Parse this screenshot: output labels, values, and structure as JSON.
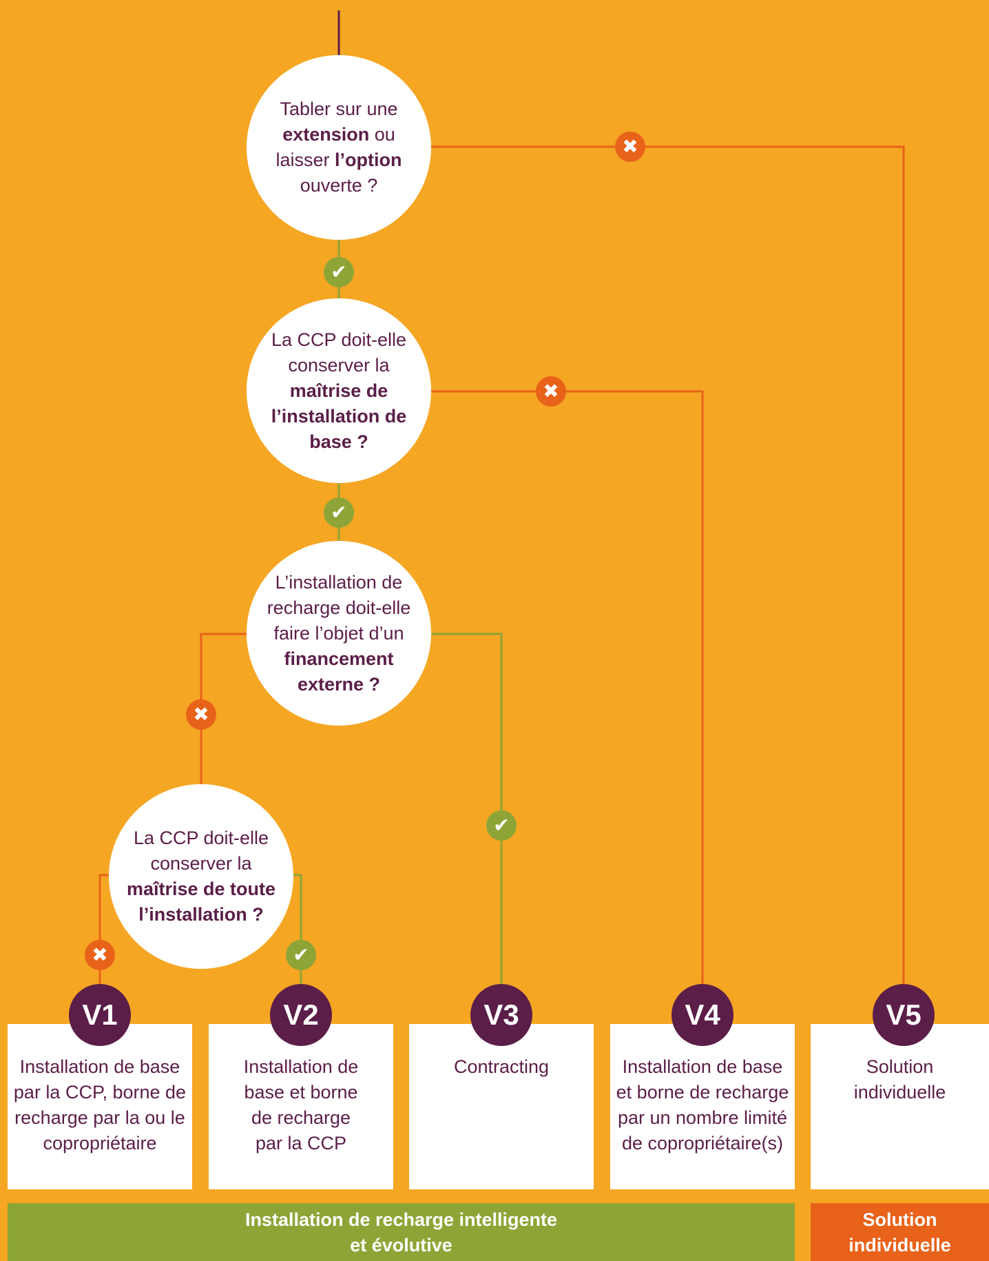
{
  "questions": {
    "q1": {
      "t1": "Tabler sur une",
      "b1": "extension",
      "t2": "ou",
      "t3": "laisser",
      "b2": "l’option",
      "t4": "ouverte ?"
    },
    "q2": {
      "t1": "La CCP doit-elle conserver la",
      "b1": "maîtrise de l’installation de base ?"
    },
    "q3": {
      "t1": "L’installation de recharge doit-elle faire l’objet d’un",
      "b1": "financement externe ?"
    },
    "q4": {
      "t1": "La CCP doit-elle conserver la",
      "b1": "maîtrise de toute l’installation ?"
    }
  },
  "badges": {
    "yes_icon": "check-icon",
    "no_icon": "cross-icon",
    "yes_glyph": "✔",
    "no_glyph": "✖"
  },
  "variants": [
    {
      "code": "V1",
      "text": "Installation de base par la CCP, borne de recharge par la ou le copropriétaire"
    },
    {
      "code": "V2",
      "text": "Installation de base et borne de recharge par la CCP"
    },
    {
      "code": "V3",
      "text": "Contracting"
    },
    {
      "code": "V4",
      "text": "Installation de base et borne de recharge par un nombre limité de copropriétaire(s)"
    },
    {
      "code": "V5",
      "text": "Solution individuelle"
    }
  ],
  "categories": {
    "smart": "Installation de recharge intelligente et évolutive",
    "individual": "Solution individuelle"
  },
  "colors": {
    "background": "#F5A623",
    "purple": "#5B1E48",
    "green": "#8DA537",
    "orange": "#E8621A",
    "white": "#FFFFFF"
  }
}
